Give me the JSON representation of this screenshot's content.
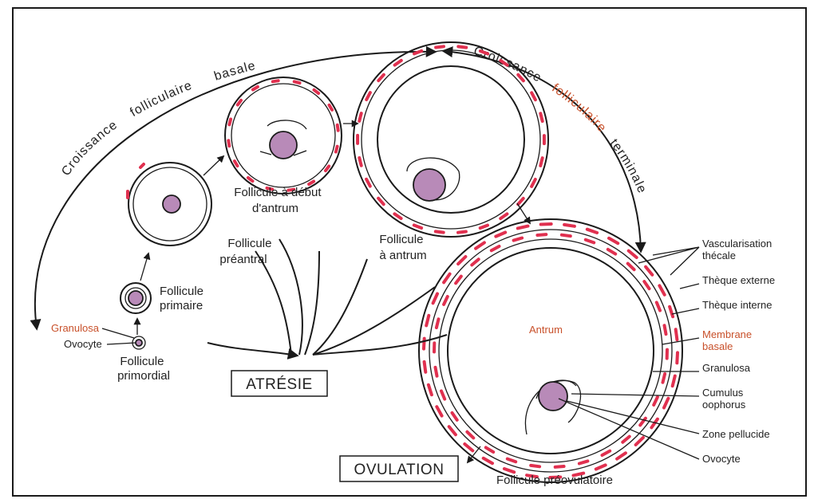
{
  "colors": {
    "line": "#1a1a1a",
    "vascular": "#e0304f",
    "oocyte": "#b88ab8",
    "highlight_label": "#c8502a"
  },
  "arcs": {
    "basal_growth": [
      "Croissance",
      "folliculaire",
      "basale"
    ],
    "terminal_growth": [
      "Croissance",
      "folliculaire",
      "terminale"
    ]
  },
  "stages": {
    "primordial": "Follicule primordial",
    "primaire": "Follicule primaire",
    "preantral": "Follicule préantral",
    "debut_antrum": "Follicule à début d'antrum",
    "antrum": "Follicule à antrum",
    "preovulatoire": "Follicule préovulatoire"
  },
  "stage_lines": {
    "primordial": [
      "Follicule",
      "primordial"
    ],
    "primaire": [
      "Follicule",
      "primaire"
    ],
    "preantral": [
      "Follicule",
      "préantral"
    ],
    "debut_antrum": [
      "Follicule à début",
      "d'antrum"
    ],
    "antrum": [
      "Follicule",
      "à antrum"
    ],
    "preovulatoire": [
      "Follicule préovulatoire"
    ]
  },
  "small_labels": {
    "granulosa": "Granulosa",
    "ovocyte": "Ovocyte"
  },
  "boxes": {
    "atresie": "ATRÉSIE",
    "ovulation": "OVULATION"
  },
  "antrum_label": "Antrum",
  "structures": [
    {
      "key": "vascularisation",
      "lines": [
        "Vascularisation",
        "thécale"
      ],
      "highlight": false
    },
    {
      "key": "theque_externe",
      "lines": [
        "Thèque externe"
      ],
      "highlight": false
    },
    {
      "key": "theque_interne",
      "lines": [
        "Thèque interne"
      ],
      "highlight": false
    },
    {
      "key": "membrane_basale",
      "lines": [
        "Membrane",
        "basale"
      ],
      "highlight": true
    },
    {
      "key": "granulosa",
      "lines": [
        "Granulosa"
      ],
      "highlight": false
    },
    {
      "key": "cumulus",
      "lines": [
        "Cumulus",
        "oophorus"
      ],
      "highlight": false
    },
    {
      "key": "zone_pellucide",
      "lines": [
        "Zone pellucide"
      ],
      "highlight": false
    },
    {
      "key": "ovocyte",
      "lines": [
        "Ovocyte"
      ],
      "highlight": false
    }
  ]
}
